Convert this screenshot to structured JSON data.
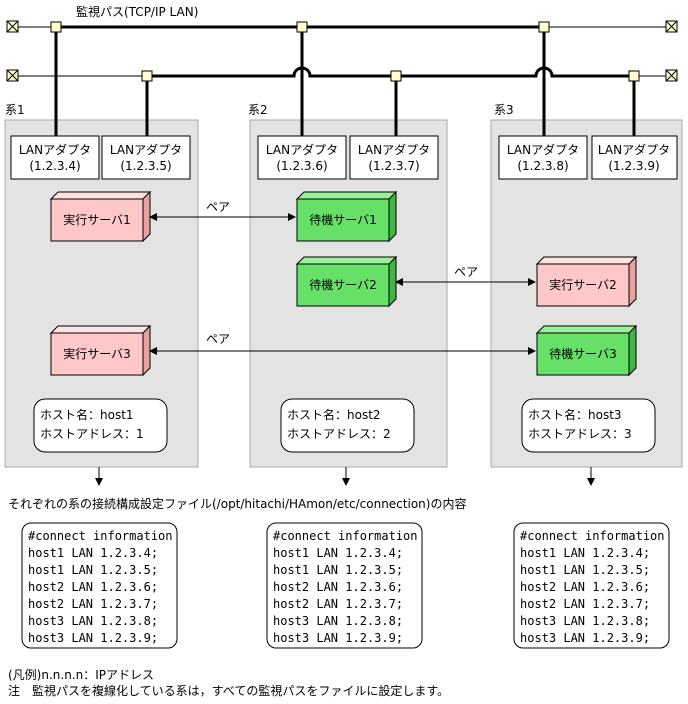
{
  "network": {
    "monitor_path_label": "監視パス(TCP/IP LAN)"
  },
  "systems": [
    {
      "label": "系1",
      "adapters": [
        {
          "name": "LANアダプタ",
          "ip": "(1.2.3.4)"
        },
        {
          "name": "LANアダプタ",
          "ip": "(1.2.3.5)"
        }
      ],
      "servers": [
        {
          "label": "実行サーバ1",
          "role": "active",
          "color": "#ffc8c8"
        },
        {
          "label": "実行サーバ3",
          "role": "active",
          "color": "#ffc8c8"
        }
      ],
      "host_name": "ホスト名：host1",
      "host_address": "ホストアドレス：1"
    },
    {
      "label": "系2",
      "adapters": [
        {
          "name": "LANアダプタ",
          "ip": "(1.2.3.6)"
        },
        {
          "name": "LANアダプタ",
          "ip": "(1.2.3.7)"
        }
      ],
      "servers": [
        {
          "label": "待機サーバ1",
          "role": "standby",
          "color": "#66e066"
        },
        {
          "label": "待機サーバ2",
          "role": "standby",
          "color": "#66e066"
        }
      ],
      "host_name": "ホスト名：host2",
      "host_address": "ホストアドレス：2"
    },
    {
      "label": "系3",
      "adapters": [
        {
          "name": "LANアダプタ",
          "ip": "(1.2.3.8)"
        },
        {
          "name": "LANアダプタ",
          "ip": "(1.2.3.9)"
        }
      ],
      "servers": [
        {
          "label": "実行サーバ2",
          "role": "active",
          "color": "#ffc8c8"
        },
        {
          "label": "待機サーバ3",
          "role": "standby",
          "color": "#66e066"
        }
      ],
      "host_name": "ホスト名：host3",
      "host_address": "ホストアドレス：3"
    }
  ],
  "pairs": [
    {
      "label": "ペア"
    },
    {
      "label": "ペア"
    },
    {
      "label": "ペア"
    }
  ],
  "config_caption": "それぞれの系の接続構成設定ファイル(/opt/hitachi/HAmon/etc/connection)の内容",
  "config_files": [
    {
      "lines": [
        "#connect information",
        "host1 LAN 1.2.3.4;",
        "host1 LAN 1.2.3.5;",
        "host2 LAN 1.2.3.6;",
        "host2 LAN 1.2.3.7;",
        "host3 LAN 1.2.3.8;",
        "host3 LAN 1.2.3.9;"
      ]
    },
    {
      "lines": [
        "#connect information",
        "host1 LAN 1.2.3.4;",
        "host1 LAN 1.2.3.5;",
        "host2 LAN 1.2.3.6;",
        "host2 LAN 1.2.3.7;",
        "host3 LAN 1.2.3.8;",
        "host3 LAN 1.2.3.9;"
      ]
    },
    {
      "lines": [
        "#connect information",
        "host1 LAN 1.2.3.4;",
        "host1 LAN 1.2.3.5;",
        "host2 LAN 1.2.3.6;",
        "host2 LAN 1.2.3.7;",
        "host3 LAN 1.2.3.8;",
        "host3 LAN 1.2.3.9;"
      ]
    }
  ],
  "legend": "(凡例)n.n.n.n：IPアドレス",
  "note": "注　監視パスを複線化している系は，すべての監視パスをファイルに設定します。",
  "colors": {
    "active_server": "#ffc8c8",
    "standby_server": "#66e066",
    "system_background": "#e3e3e3",
    "connector": "#ffffcc"
  }
}
